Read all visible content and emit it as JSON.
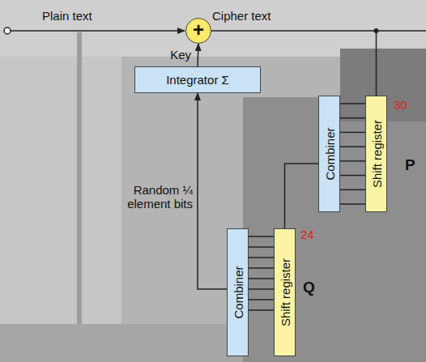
{
  "diagram": {
    "nodes": [
      {
        "text": [
          "+"
        ]
      },
      {
        "text": [
          "Integrator Σ"
        ]
      },
      {
        "text": [
          "Combiner"
        ]
      },
      {
        "text": [
          "Shift register"
        ]
      },
      {
        "text": [
          "Combiner"
        ]
      },
      {
        "text": [
          "Shift register"
        ]
      }
    ],
    "edges": [
      {
        "from": 1,
        "to": 0,
        "arrow": "to",
        "label": "Key"
      },
      {
        "from": 0,
        "to": 3,
        "arrow": "none",
        "label": "Cipher text"
      },
      {
        "from": 3,
        "to": 2,
        "arrow": "none"
      },
      {
        "from": 2,
        "to": 5,
        "arrow": "none"
      },
      {
        "from": 5,
        "to": 4,
        "arrow": "none"
      },
      {
        "from": 4,
        "to": 1,
        "arrow": "to",
        "label": "Random ¼ element bits"
      }
    ],
    "labels": [
      "Plain text",
      "30",
      "P",
      "24",
      "Q"
    ]
  }
}
